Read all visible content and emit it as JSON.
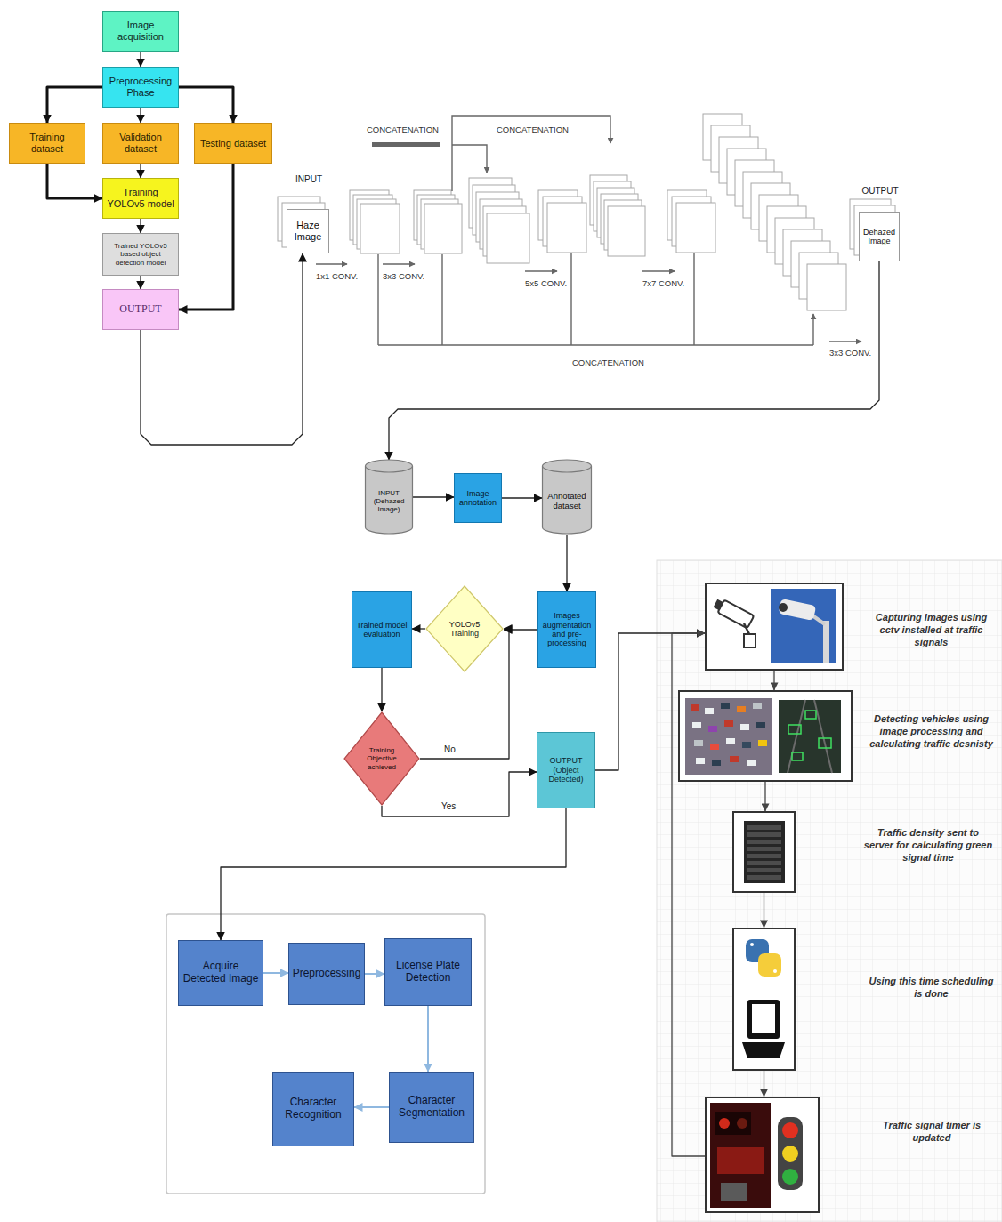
{
  "diagram": {
    "nodes": [
      {
        "text": [
          "Image acquisition"
        ]
      },
      {
        "text": [
          "Preprocessing Phase"
        ]
      },
      {
        "text": [
          "Training dataset"
        ]
      },
      {
        "text": [
          "Validation dataset"
        ]
      },
      {
        "text": [
          "Testing dataset"
        ]
      },
      {
        "text": [
          "Training YOLOv5 model"
        ]
      },
      {
        "text": [
          "Trained YOLOv5 based object detection model"
        ]
      },
      {
        "text": [
          "OUTPUT"
        ]
      },
      {
        "text": [
          "INPUT",
          "Haze Image"
        ]
      },
      {
        "text": [
          "OUTPUT",
          "Dehazed Image"
        ]
      },
      {
        "text": [
          "INPUT (Dehazed Image)"
        ]
      },
      {
        "text": [
          "Image annotation"
        ]
      },
      {
        "text": [
          "Annotated dataset"
        ]
      },
      {
        "text": [
          "Images augmentation and pre-processing"
        ]
      },
      {
        "text": [
          "YOLOv5 Training"
        ]
      },
      {
        "text": [
          "Trained model evaluation"
        ]
      },
      {
        "text": [
          "Training Objective achieved"
        ]
      },
      {
        "text": [
          "OUTPUT (Object Detected)"
        ]
      },
      {
        "text": [
          "Acquire Detected Image"
        ]
      },
      {
        "text": [
          "Preprocessing"
        ]
      },
      {
        "text": [
          "License Plate Detection"
        ]
      },
      {
        "text": [
          "Character Segmentation"
        ]
      },
      {
        "text": [
          "Character Recognition"
        ]
      },
      {
        "text": [
          "Capturing Images using cctv installed at traffic signals"
        ]
      },
      {
        "text": [
          "Detecting vehicles using image processing and calculating traffic desnisty"
        ]
      },
      {
        "text": [
          "Traffic density sent to server for calculating green signal time"
        ]
      },
      {
        "text": [
          "Using this time scheduling is done"
        ]
      },
      {
        "text": [
          "Traffic signal timer is updated"
        ]
      }
    ],
    "edges": [
      {
        "from": 0,
        "to": 1,
        "arrow": "to"
      },
      {
        "from": 1,
        "to": 2,
        "arrow": "to"
      },
      {
        "from": 1,
        "to": 3,
        "arrow": "to"
      },
      {
        "from": 1,
        "to": 4,
        "arrow": "to"
      },
      {
        "from": 2,
        "to": 5,
        "arrow": "to"
      },
      {
        "from": 3,
        "to": 5,
        "arrow": "to"
      },
      {
        "from": 5,
        "to": 6,
        "arrow": "to"
      },
      {
        "from": 6,
        "to": 7,
        "arrow": "to"
      },
      {
        "from": 4,
        "to": 7,
        "arrow": "to"
      },
      {
        "from": 7,
        "to": 8,
        "arrow": "to"
      },
      {
        "from": 9,
        "to": 10,
        "arrow": "to"
      },
      {
        "from": 10,
        "to": 11,
        "arrow": "to"
      },
      {
        "from": 11,
        "to": 12,
        "arrow": "to"
      },
      {
        "from": 12,
        "to": 13,
        "arrow": "to"
      },
      {
        "from": 13,
        "to": 14,
        "arrow": "to"
      },
      {
        "from": 14,
        "to": 15,
        "arrow": "to"
      },
      {
        "from": 15,
        "to": 16,
        "arrow": "to"
      },
      {
        "from": 16,
        "to": 14,
        "label": "No",
        "arrow": "to"
      },
      {
        "from": 16,
        "to": 17,
        "label": "Yes",
        "arrow": "to"
      },
      {
        "from": 17,
        "to": 23,
        "arrow": "to"
      },
      {
        "from": 17,
        "to": 18,
        "arrow": "to"
      },
      {
        "from": 18,
        "to": 19,
        "arrow": "to"
      },
      {
        "from": 19,
        "to": 20,
        "arrow": "to"
      },
      {
        "from": 20,
        "to": 21,
        "arrow": "to"
      },
      {
        "from": 21,
        "to": 22,
        "arrow": "to"
      },
      {
        "from": 23,
        "to": 24,
        "arrow": "to"
      },
      {
        "from": 24,
        "to": 25,
        "arrow": "to"
      },
      {
        "from": 25,
        "to": 26,
        "arrow": "to"
      },
      {
        "from": 26,
        "to": 27,
        "arrow": "to"
      },
      {
        "from": 27,
        "to": 23,
        "arrow": "to"
      }
    ],
    "labels": [
      "CONCATENATION",
      "CONCATENATION",
      "1x1 CONV.",
      "3x3 CONV.",
      "5x5 CONV.",
      "7x7 CONV.",
      "CONCATENATION",
      "3x3 CONV."
    ]
  }
}
